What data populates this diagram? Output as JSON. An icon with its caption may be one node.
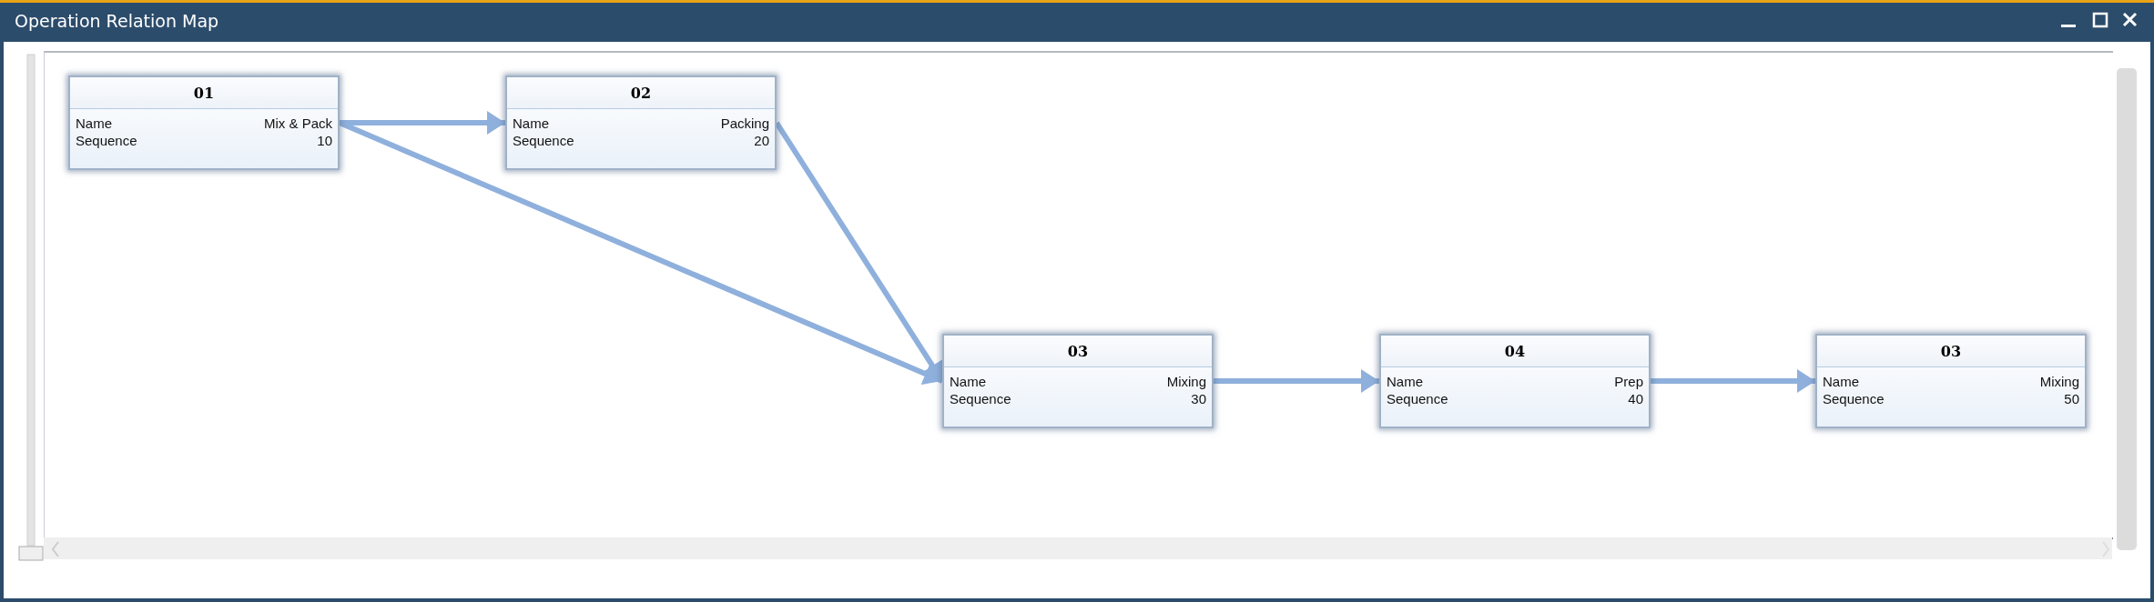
{
  "diagram": {
    "title": "Operation Relation Map",
    "nodes": [
      {
        "text": [
          "01",
          "Name",
          "Mix & Pack",
          "Sequence",
          "10"
        ]
      },
      {
        "text": [
          "02",
          "Name",
          "Packing",
          "Sequence",
          "20"
        ]
      },
      {
        "text": [
          "03",
          "Name",
          "Mixing",
          "Sequence",
          "30"
        ]
      },
      {
        "text": [
          "04",
          "Name",
          "Prep",
          "Sequence",
          "40"
        ]
      },
      {
        "text": [
          "03",
          "Name",
          "Mixing",
          "Sequence",
          "50"
        ]
      }
    ],
    "edges": [
      {
        "from": 0,
        "to": 1,
        "arrow": "to"
      },
      {
        "from": 0,
        "to": 2,
        "arrow": "to"
      },
      {
        "from": 1,
        "to": 2,
        "arrow": "to"
      },
      {
        "from": 2,
        "to": 3,
        "arrow": "to"
      },
      {
        "from": 3,
        "to": 4,
        "arrow": "to"
      }
    ]
  }
}
